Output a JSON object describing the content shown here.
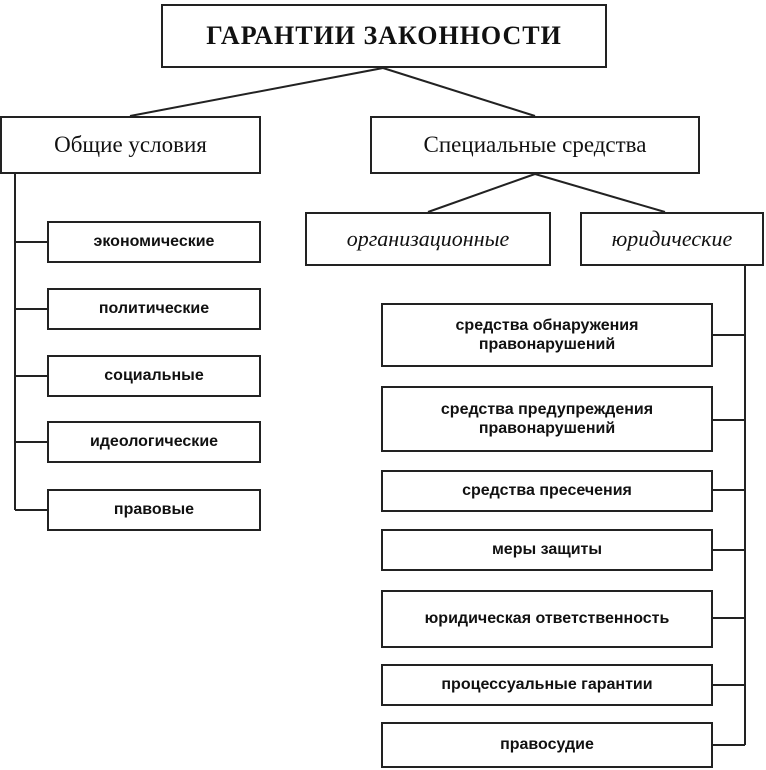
{
  "title": "ГАРАНТИИ ЗАКОННОСТИ",
  "general": {
    "label": "Общие условия",
    "items": [
      "экономические",
      "политические",
      "социальные",
      "идеологические",
      "правовые"
    ]
  },
  "special": {
    "label": "Специальные средства",
    "organizational": "организационные",
    "legal": {
      "label": "юридические",
      "items": [
        "средства обнаружения правонарушений",
        "средства предупреждения правонарушений",
        "средства пресечения",
        "меры защиты",
        "юридическая ответственность",
        "процессуальные гарантии",
        "правосудие"
      ]
    }
  }
}
